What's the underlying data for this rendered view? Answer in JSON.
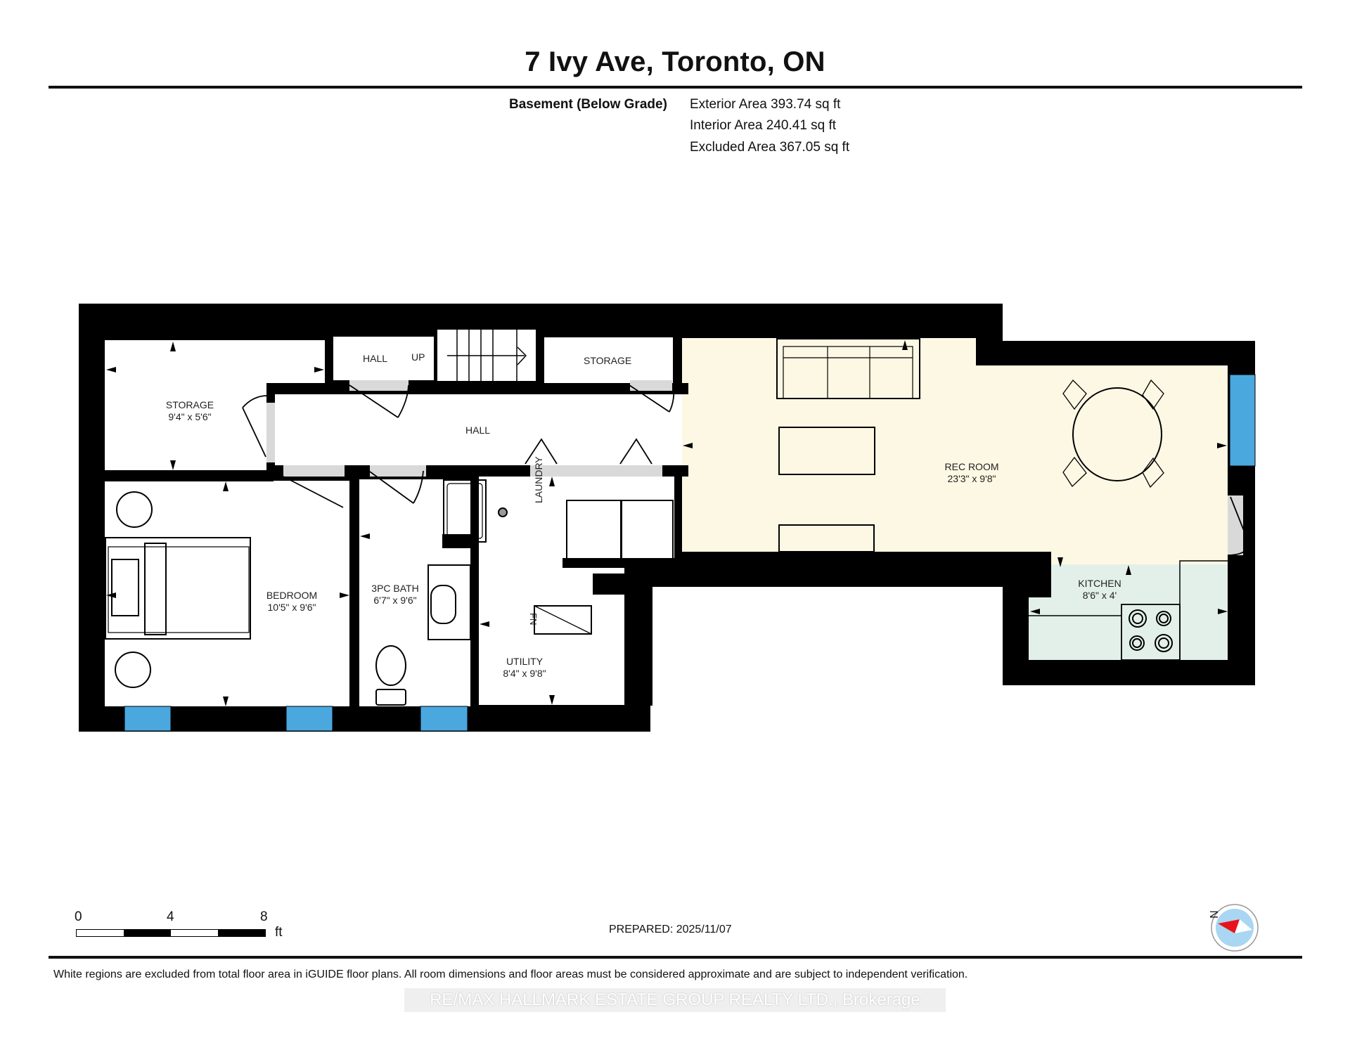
{
  "header": {
    "title": "7 Ivy Ave, Toronto, ON",
    "level_label": "Basement (Below Grade)",
    "areas": [
      {
        "label": "Exterior Area",
        "value": "393.74 sq ft",
        "text": "Exterior Area 393.74 sq ft"
      },
      {
        "label": "Interior Area",
        "value": "240.41 sq ft",
        "text": "Interior Area 240.41 sq ft"
      },
      {
        "label": "Excluded Area",
        "value": "367.05 sq ft",
        "text": "Excluded Area 367.05 sq ft"
      }
    ]
  },
  "rooms": {
    "storage_main": {
      "name": "STORAGE",
      "dims": "9'4\" x 5'6\""
    },
    "hall_upper": {
      "name": "HALL",
      "stairs_label": "UP"
    },
    "storage_small": {
      "name": "STORAGE"
    },
    "hall": {
      "name": "HALL"
    },
    "bedroom": {
      "name": "BEDROOM",
      "dims": "10'5\" x 9'6\""
    },
    "bath": {
      "name": "3PC BATH",
      "dims": "6'7\" x 9'6\""
    },
    "laundry": {
      "name": "LAUNDRY"
    },
    "utility": {
      "name": "UTILITY",
      "dims": "8'4\" x 9'8\"",
      "furnace_label": "FN"
    },
    "rec_room": {
      "name": "REC ROOM",
      "dims": "23'3\" x 9'8\""
    },
    "kitchen": {
      "name": "KITCHEN",
      "dims": "8'6\" x 4'"
    }
  },
  "colors": {
    "wall": "#000000",
    "rec_room_fill": "#fdf8e4",
    "kitchen_fill": "#e3f0ea",
    "window": "#4aa8df",
    "door_threshold": "#d9d9d9",
    "compass_bg": "#a9d6f2",
    "compass_needle": "#e8141b"
  },
  "scale_bar": {
    "ticks": [
      "0",
      "4",
      "8"
    ],
    "unit": "ft"
  },
  "prepared": "PREPARED: 2025/11/07",
  "compass": {
    "north_label": "N"
  },
  "footer": {
    "disclaimer": "White regions are excluded from total floor area in iGUIDE floor plans. All room dimensions and floor areas must be considered approximate and are subject to independent verification.",
    "watermark": "RE/MAX HALLMARK ESTATE GROUP REALTY LTD., Brokerage"
  }
}
